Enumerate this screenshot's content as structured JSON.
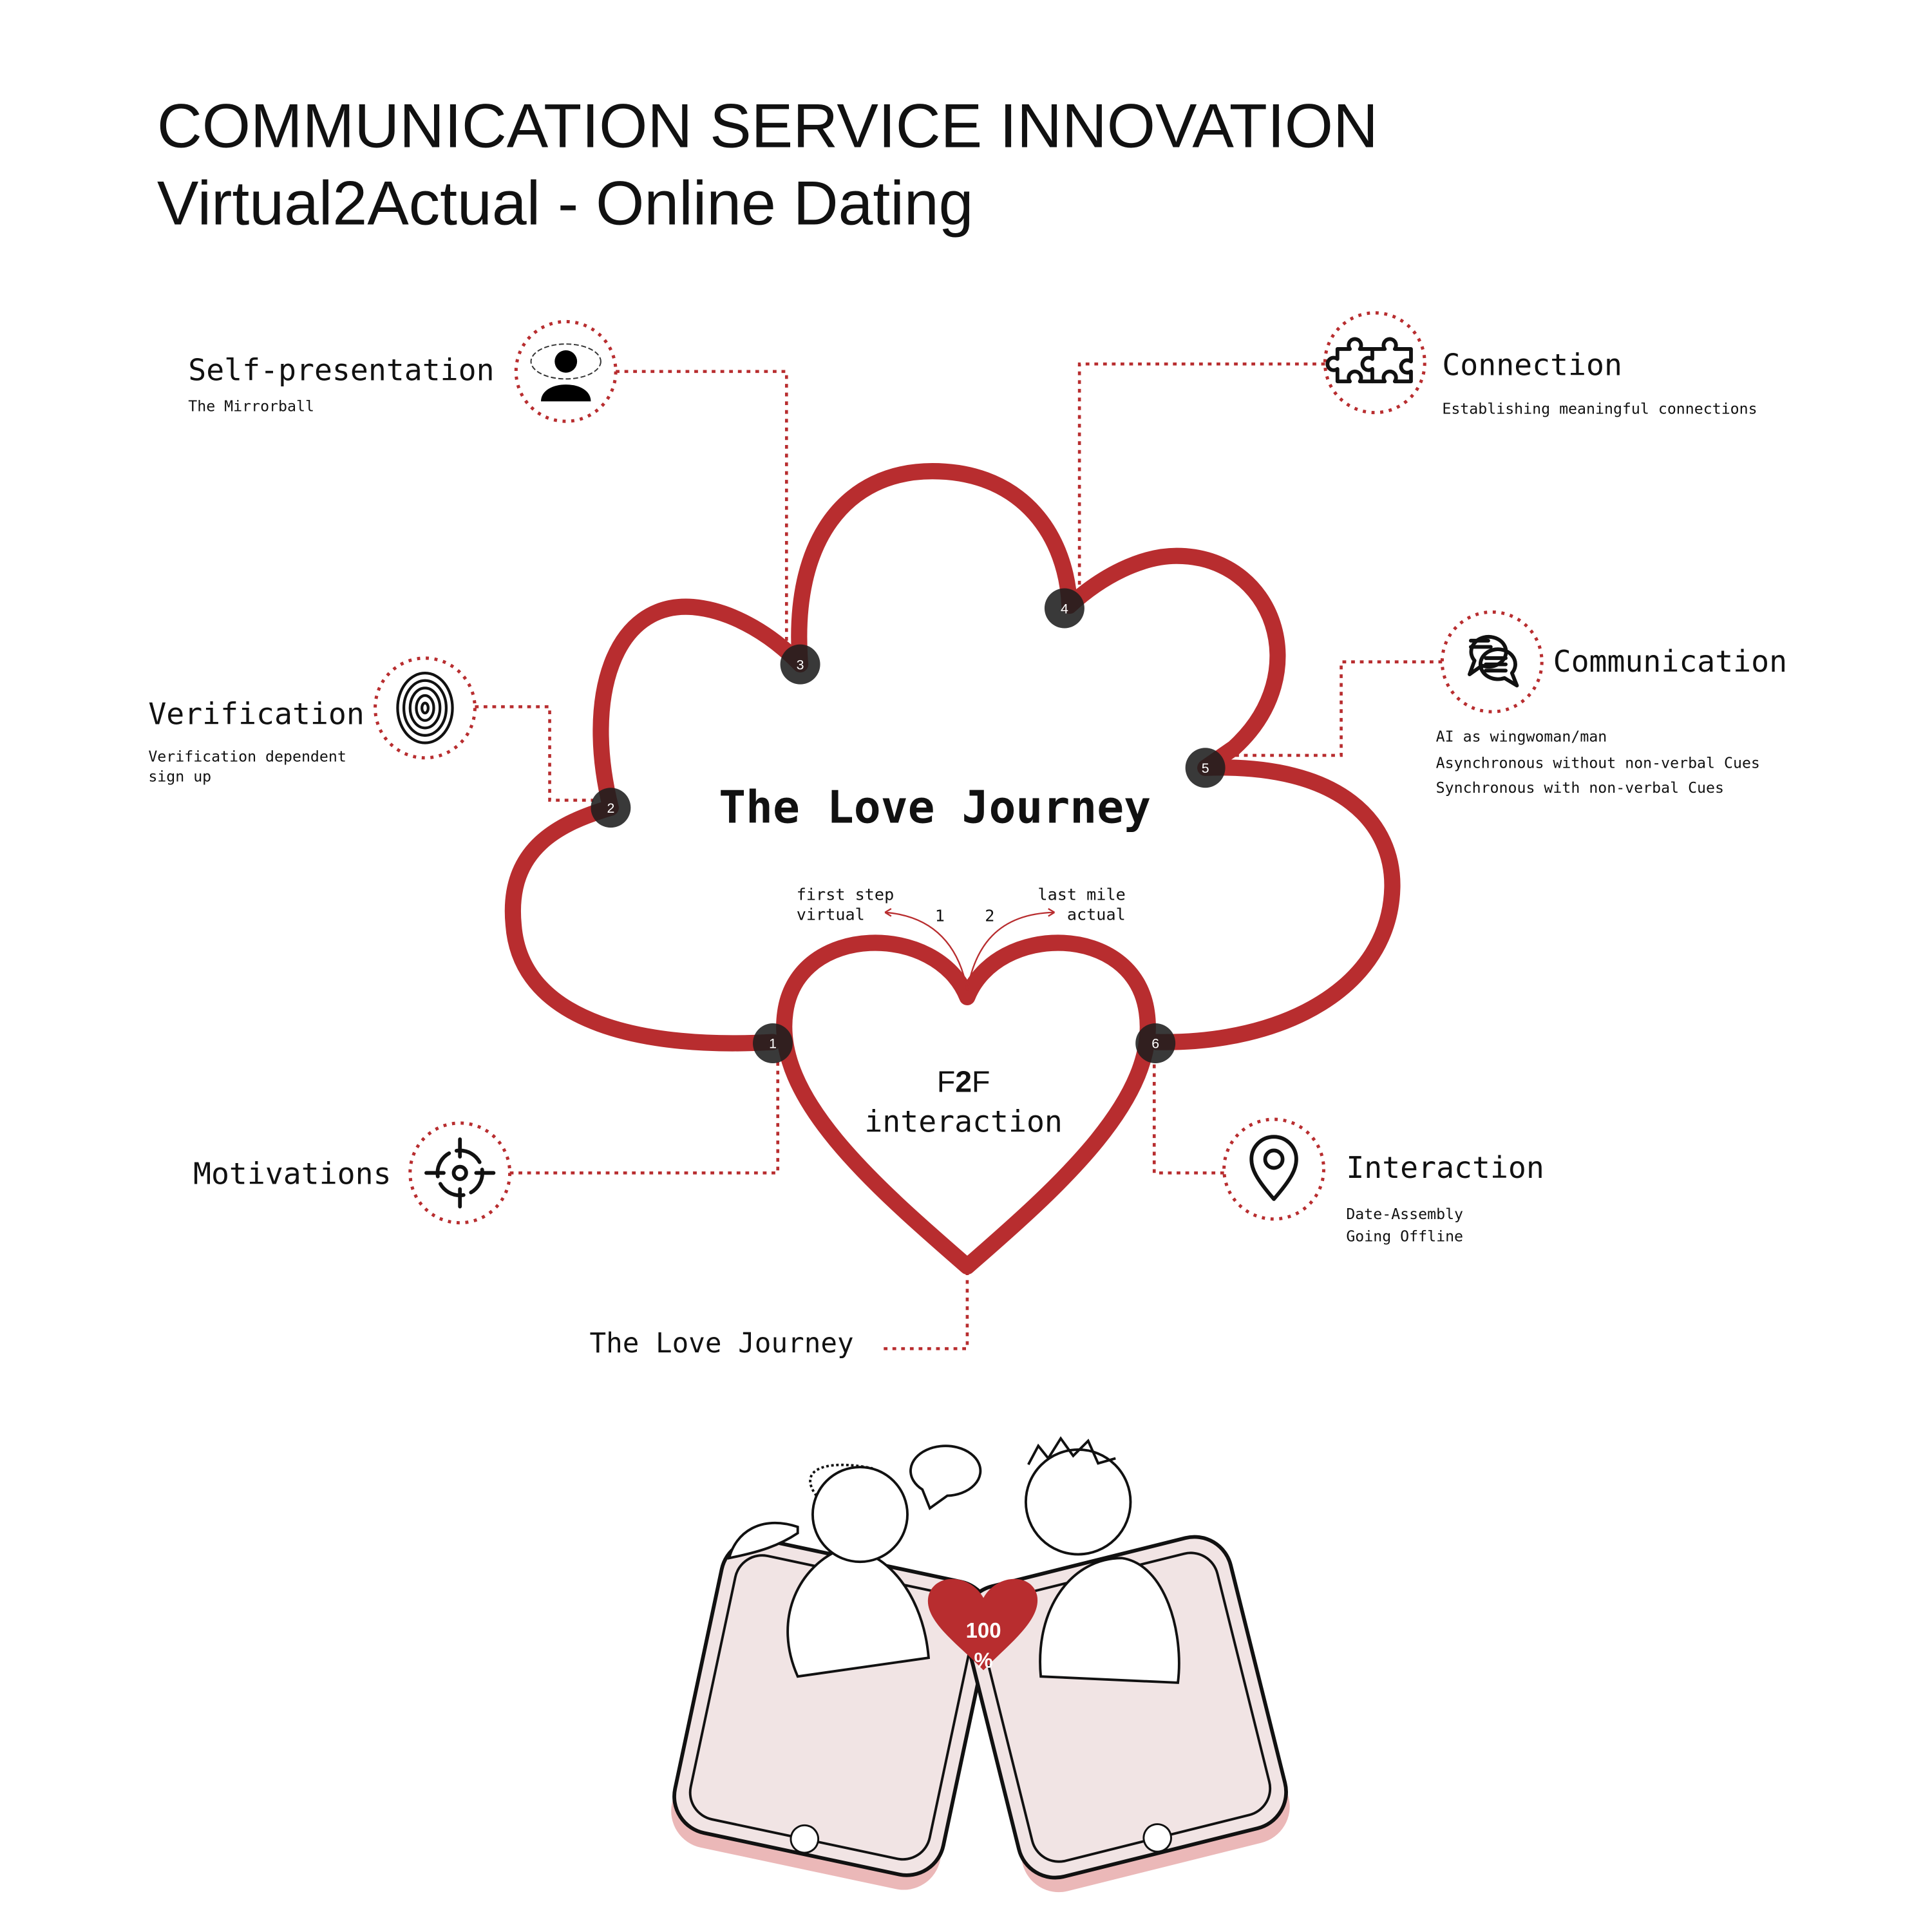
{
  "header": {
    "title": "COMMUNICATION SERVICE INNOVATION",
    "subtitle": "Virtual2Actual - Online Dating"
  },
  "center": {
    "title": "The Love Journey",
    "first_step": "first step",
    "virtual": "virtual",
    "last_mile": "last mile",
    "actual": "actual",
    "step1": "1",
    "step2": "2",
    "f2f_pre": "F",
    "f2f_mid": "2",
    "f2f_post": "F",
    "f2f_line2": "interaction"
  },
  "markers": [
    "1",
    "2",
    "3",
    "4",
    "5",
    "6"
  ],
  "nodes": {
    "self": {
      "title": "Self-presentation",
      "sub": "The Mirrorball",
      "icon": "mirrorball-person-icon"
    },
    "connection": {
      "title": "Connection",
      "sub": "Establishing meaningful connections",
      "icon": "puzzle-icon"
    },
    "verification": {
      "title": "Verification",
      "sub1": "Verification dependent",
      "sub2": "sign up",
      "icon": "fingerprint-icon"
    },
    "communication": {
      "title": "Communication",
      "lines": [
        "AI as wingwoman/man",
        "Asynchronous without non-verbal Cues",
        "Synchronous with non-verbal Cues"
      ],
      "icon": "chat-bubbles-icon"
    },
    "motivations": {
      "title": "Motivations",
      "icon": "target-icon"
    },
    "interaction": {
      "title": "Interaction",
      "sub1": "Date-Assembly",
      "sub2": "Going Offline",
      "icon": "location-pin-icon"
    }
  },
  "bottom_label": "The Love Journey",
  "illustration": {
    "match_value": "100",
    "match_unit": "%"
  },
  "colors": {
    "accent": "#b82d2f",
    "phone_fill": "#f1e4e4",
    "phone_shadow": "#e39a9a"
  }
}
